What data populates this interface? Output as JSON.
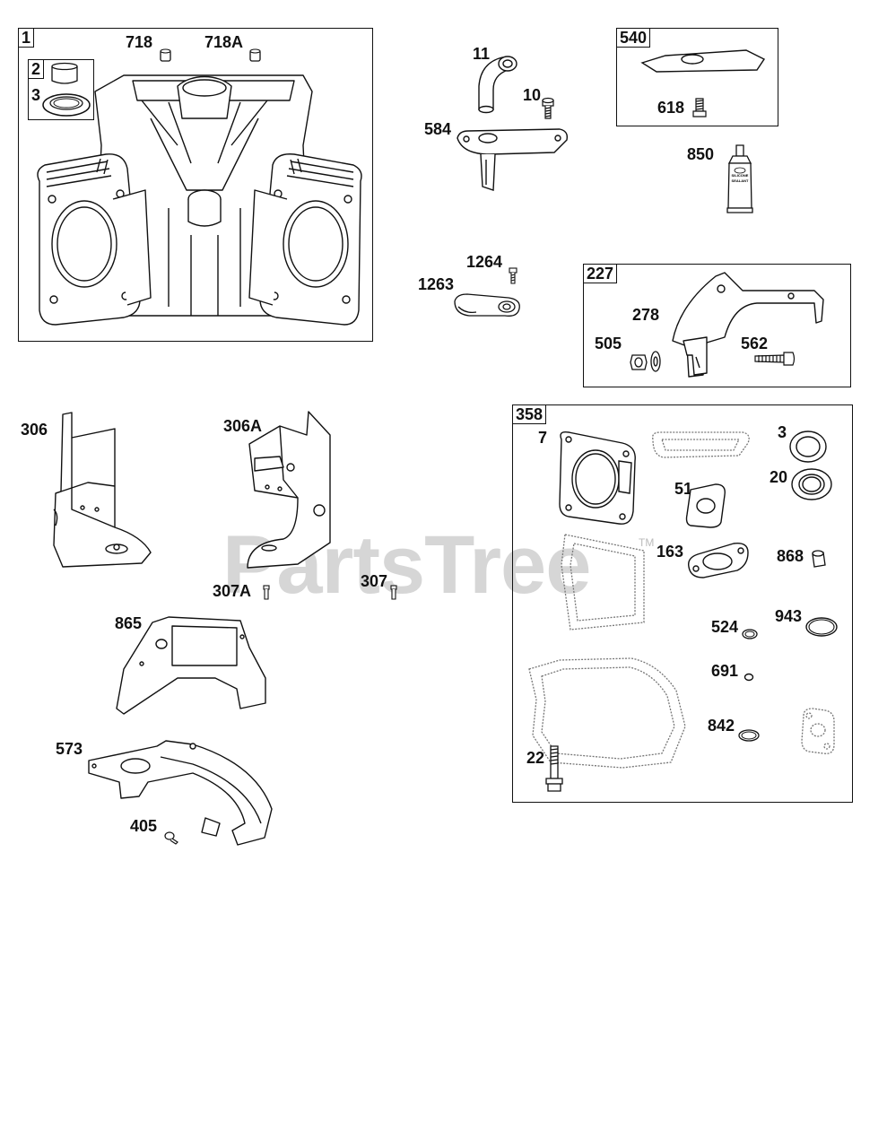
{
  "watermark": {
    "text": "PartsTree",
    "tm": "TM"
  },
  "groups": {
    "crankcase": "1",
    "sleeve_seal": "2",
    "shield_plate": "540",
    "bracket": "227",
    "gasket_set": "358"
  },
  "labels": {
    "p718": "718",
    "p718a": "718A",
    "p3_top": "3",
    "p11": "11",
    "p10": "10",
    "p584": "584",
    "p618": "618",
    "p850": "850",
    "p1264": "1264",
    "p1263": "1263",
    "p278": "278",
    "p505": "505",
    "p562": "562",
    "p306": "306",
    "p306a": "306A",
    "p307a": "307A",
    "p307": "307",
    "p865": "865",
    "p573": "573",
    "p405": "405",
    "p7": "7",
    "p3_gasket": "3",
    "p20": "20",
    "p51": "51",
    "p163": "163",
    "p868": "868",
    "p524": "524",
    "p943": "943",
    "p691": "691",
    "p842": "842",
    "p22": "22"
  },
  "sealant_tube": {
    "line1": "SILICONE",
    "line2": "SEALANT"
  }
}
